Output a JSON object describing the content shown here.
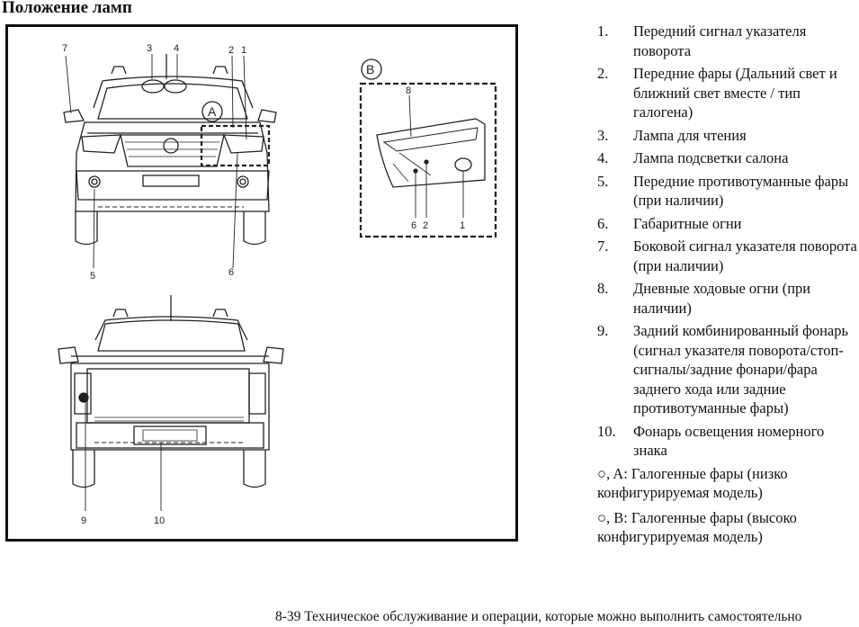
{
  "title": "Положение ламп",
  "callouts": {
    "front": [
      "7",
      "3",
      "4",
      "2",
      "1",
      "5",
      "6"
    ],
    "inset_label": "B",
    "inset_marker": "A",
    "inset": [
      "8",
      "6",
      "2",
      "1"
    ],
    "rear": [
      "9",
      "10"
    ]
  },
  "legend": [
    {
      "num": "1.",
      "text": "Передний сигнал указателя поворота"
    },
    {
      "num": "2.",
      "text": "Передние фары (Дальний свет и ближний свет вместе / тип галогена)"
    },
    {
      "num": "3.",
      "text": "Лампа для чтения"
    },
    {
      "num": "4.",
      "text": "Лампа подсветки салона"
    },
    {
      "num": "5.",
      "text": "Передние противотуманные фары (при наличии)"
    },
    {
      "num": "6.",
      "text": "Габаритные огни"
    },
    {
      "num": "7.",
      "text": "Боковой сигнал указателя поворота (при наличии)"
    },
    {
      "num": "8.",
      "text": "Дневные ходовые огни (при наличии)"
    },
    {
      "num": "9.",
      "text": "Задний комбинированный фонарь (сигнал указателя поворота/стоп-сигналы/задние фонари/фара заднего хода или задние противотуманные фары)"
    },
    {
      "num": "10.",
      "text": "Фонарь освещения номерного знака"
    }
  ],
  "notes": [
    "○, A: Галогенные фары (низко конфигурируемая модель)",
    "○, B: Галогенные фары (высоко конфигурируемая модель)"
  ],
  "footer": "8-39  Техническое обслуживание и операции, которые можно выполнить самостоятельно"
}
